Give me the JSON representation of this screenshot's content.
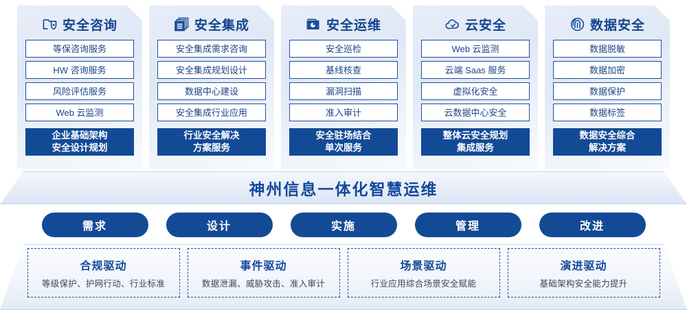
{
  "columns": [
    {
      "icon": "folder-shield-icon",
      "title": "安全咨询",
      "items": [
        "等保咨询服务",
        "HW 咨询服务",
        "风险评估服务",
        "Web 云监测"
      ],
      "highlight": [
        "企业基础架构",
        "安全设计规划"
      ]
    },
    {
      "icon": "stacked-documents-icon",
      "title": "安全集成",
      "items": [
        "安全集成需求咨询",
        "安全集成规划设计",
        "数据中心建设",
        "安全集成行业应用"
      ],
      "highlight": [
        "行业安全解决",
        "方案服务"
      ]
    },
    {
      "icon": "monitor-chart-icon",
      "title": "安全运维",
      "items": [
        "安全巡检",
        "基线核查",
        "漏洞扫描",
        "准入审计"
      ],
      "highlight": [
        "安全驻场结合",
        "单次服务"
      ]
    },
    {
      "icon": "cloud-check-icon",
      "title": "云安全",
      "items": [
        "Web 云监测",
        "云端 Saas 服务",
        "虚拟化安全",
        "云数据中心安全"
      ],
      "highlight": [
        "整体云安全规划",
        "集成服务"
      ]
    },
    {
      "icon": "fingerprint-icon",
      "title": "数据安全",
      "items": [
        "数据脱敏",
        "数据加密",
        "数据保护",
        "数据标签"
      ],
      "highlight": [
        "数据安全综合",
        "解决方案"
      ]
    }
  ],
  "banner": {
    "text": "神州信息一体化智慧运维"
  },
  "stages": [
    {
      "label": "需求"
    },
    {
      "label": "设计"
    },
    {
      "label": "实施"
    },
    {
      "label": "管理"
    },
    {
      "label": "改进"
    }
  ],
  "drivers": [
    {
      "title": "合规驱动",
      "subtitle": "等级保护、护网行动、行业标准"
    },
    {
      "title": "事件驱动",
      "subtitle": "数据泄漏、威胁攻击、准入审计"
    },
    {
      "title": "场景驱动",
      "subtitle": "行业应用综合场景安全赋能"
    },
    {
      "title": "演进驱动",
      "subtitle": "基础架构安全能力提升"
    }
  ],
  "colors": {
    "primary": "#134a96",
    "border": "#1f4e9c",
    "panel_light": "#e8eef8",
    "text_dark": "#3a4756"
  }
}
